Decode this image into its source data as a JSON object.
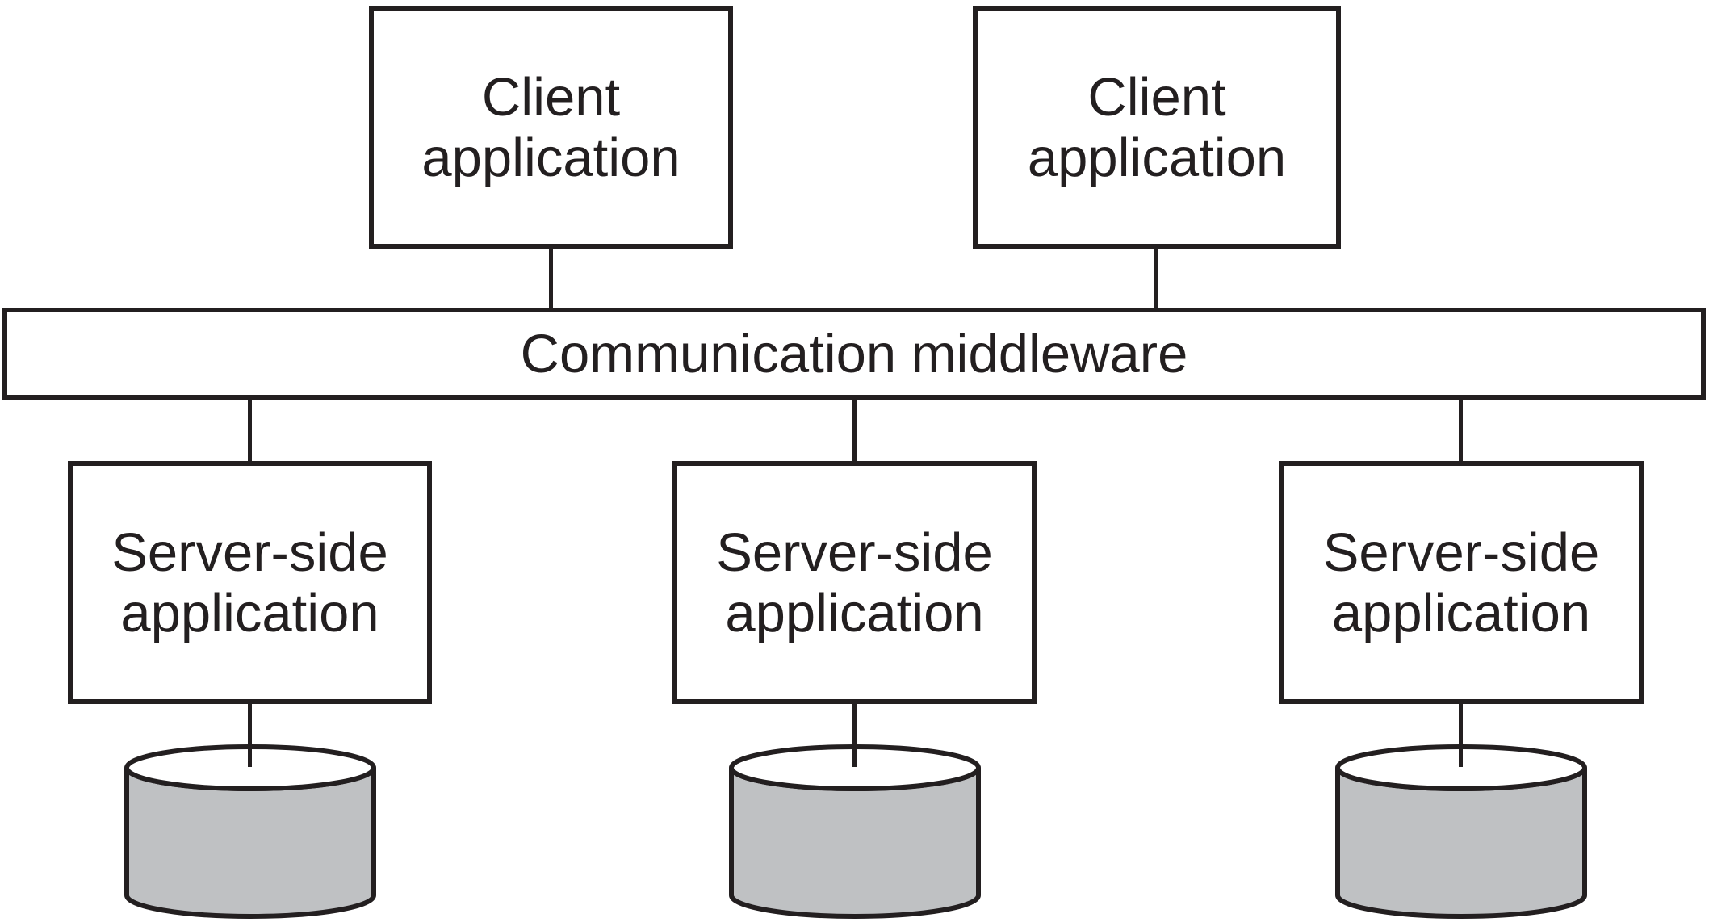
{
  "diagram": {
    "kind": "client-server-architecture",
    "nodes": {
      "client_1": {
        "label": "Client\napplication"
      },
      "client_2": {
        "label": "Client\napplication"
      },
      "middleware": {
        "label": "Communication middleware"
      },
      "server_1": {
        "label": "Server-side\napplication"
      },
      "server_2": {
        "label": "Server-side\napplication"
      },
      "server_3": {
        "label": "Server-side\napplication"
      },
      "database_1": {
        "icon": "database-cylinder"
      },
      "database_2": {
        "icon": "database-cylinder"
      },
      "database_3": {
        "icon": "database-cylinder"
      }
    },
    "connections": [
      "client_1 - middleware",
      "client_2 - middleware",
      "middleware - server_1",
      "middleware - server_2",
      "middleware - server_3",
      "server_1 - database_1",
      "server_2 - database_2",
      "server_3 - database_3"
    ]
  },
  "colors": {
    "line": "#231f20",
    "text": "#231f20",
    "box_fill": "#ffffff",
    "cylinder_fill": "#bfc1c3",
    "cylinder_top_fill": "#ffffff",
    "background": "#ffffff"
  }
}
